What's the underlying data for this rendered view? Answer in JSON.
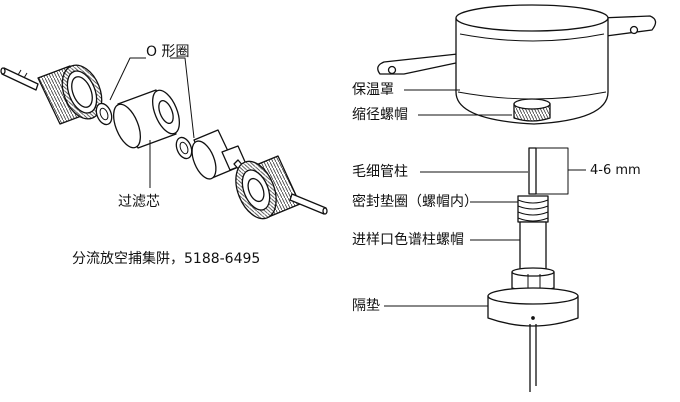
{
  "left_assembly": {
    "oring_label": "O 形圈",
    "filter_core_label": "过滤芯",
    "caption": "分流放空捕集阱，5188-6495"
  },
  "right_assembly": {
    "insulation_cover_label": "保温罩",
    "reducing_nut_label": "缩径螺帽",
    "capillary_label": "毛细管柱",
    "dimension_label": "4-6 mm",
    "sealing_ferrule_label": "密封垫圈（螺帽内）",
    "inlet_nut_label": "进样口色谱柱螺帽",
    "septum_label": "隔垫"
  },
  "colors": {
    "stroke": "#111111",
    "fill": "#ffffff",
    "knurl": "#333333"
  }
}
